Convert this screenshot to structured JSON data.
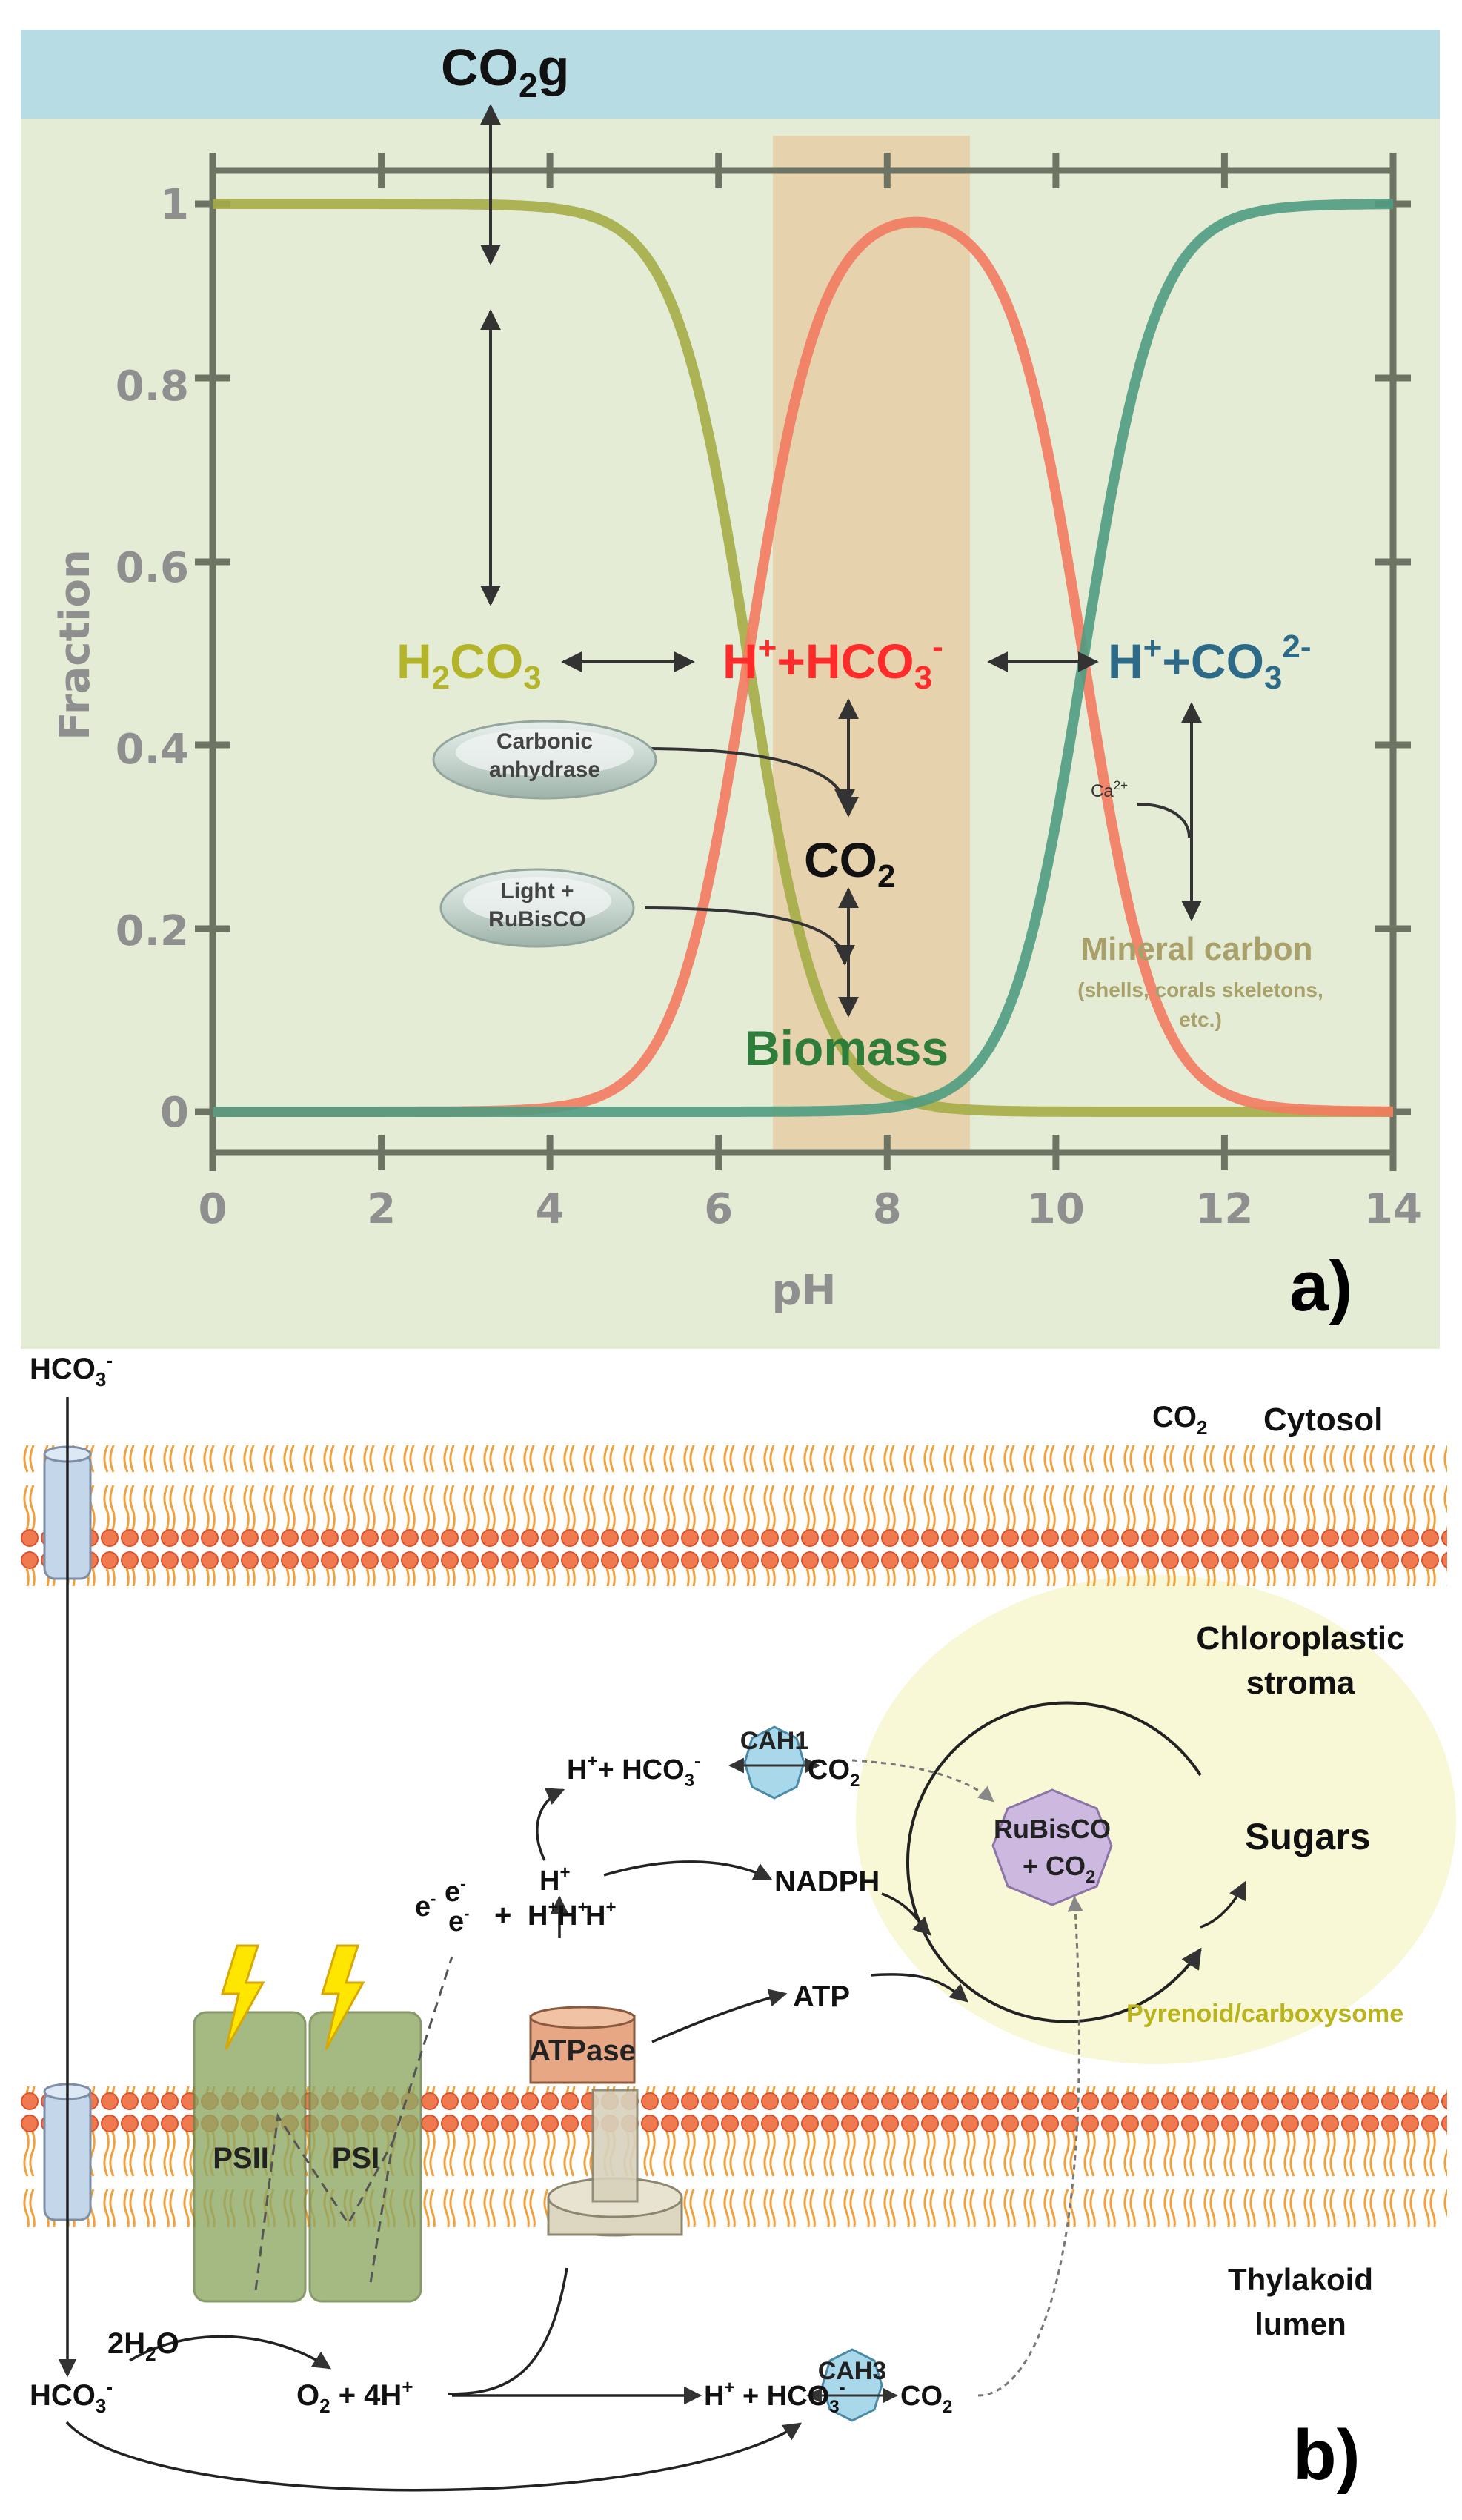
{
  "panel_a": {
    "co2g": {
      "base": "CO",
      "sub": "2",
      "tail": "g"
    },
    "xlabel": "pH",
    "ylabel": "Fraction",
    "xticks": [
      "0",
      "2",
      "4",
      "6",
      "8",
      "10",
      "12",
      "14"
    ],
    "yticks": [
      "0",
      "0.2",
      "0.4",
      "0.6",
      "0.8",
      "1"
    ],
    "species": {
      "h2co3": {
        "a": "H",
        "b": "2",
        "c": "CO",
        "d": "3"
      },
      "hco3": {
        "a": "H",
        "sup1": "+",
        "b": "+HCO",
        "sub": "3",
        "sup2": "-"
      },
      "co3": {
        "a": "H",
        "sup1": "+",
        "b": "+CO",
        "sub": "3",
        "sup2": "2-"
      },
      "co2": {
        "base": "CO",
        "sub": "2"
      }
    },
    "enzyme1": {
      "line1": "Carbonic",
      "line2": "anhydrase"
    },
    "enzyme2": {
      "line1": "Light +",
      "line2": "RuBisCO"
    },
    "biomass": "Biomass",
    "ca": {
      "base": "Ca",
      "sup": "2+"
    },
    "mineral": "Mineral carbon",
    "mineral_sub1": "(shells, corals skeletons,",
    "mineral_sub2": "etc.)",
    "panel_label": "a)",
    "colors": {
      "h2co3": "#b3b42a",
      "hco3": "#ff2a2a",
      "co3": "#2d6a88",
      "biomass": "#2e7d3a",
      "mineral": "#a9a06a"
    }
  },
  "panel_b": {
    "hco3_top": {
      "base": "HCO",
      "sub": "3",
      "sup": "-"
    },
    "co2_cyt": {
      "base": "CO",
      "sub": "2"
    },
    "cytosol": "Cytosol",
    "stroma1": "Chloroplastic",
    "stroma2": "stroma",
    "cah1_row": {
      "h": "H",
      "hs": "+",
      "rest": "+ HCO",
      "sub": "3",
      "sup": "-"
    },
    "cah1": "CAH1",
    "co2_cah1": {
      "base": "CO",
      "sub": "2"
    },
    "rubisco1": "RuBisCO",
    "rubisco2": {
      "base": "+ CO",
      "sub": "2"
    },
    "sugars": "Sugars",
    "nadph": "NADPH",
    "atp": "ATP",
    "pyrenoid": "Pyrenoid/carboxysome",
    "atpase": "ATPase",
    "psii": "PSII",
    "psi": "PSI",
    "electrons": "e",
    "plus": "+",
    "proton": {
      "base": "H",
      "sup": "+"
    },
    "h2o": {
      "pre": "2H",
      "sub": "2",
      "post": "O"
    },
    "o2": {
      "base": "O",
      "sub": "2",
      "tail": " + 4H",
      "sup": "+"
    },
    "hco3_bot": {
      "base": "HCO",
      "sub": "3",
      "sup": "-"
    },
    "cah3_row": {
      "h": "H",
      "hs": "+",
      "rest": " + HCO",
      "sub": "3",
      "sup": "-"
    },
    "cah3": "CAH3",
    "co2_cah3": {
      "base": "CO",
      "sub": "2"
    },
    "thylakoid1": "Thylakoid",
    "thylakoid2": "lumen",
    "panel_label": "b)"
  }
}
